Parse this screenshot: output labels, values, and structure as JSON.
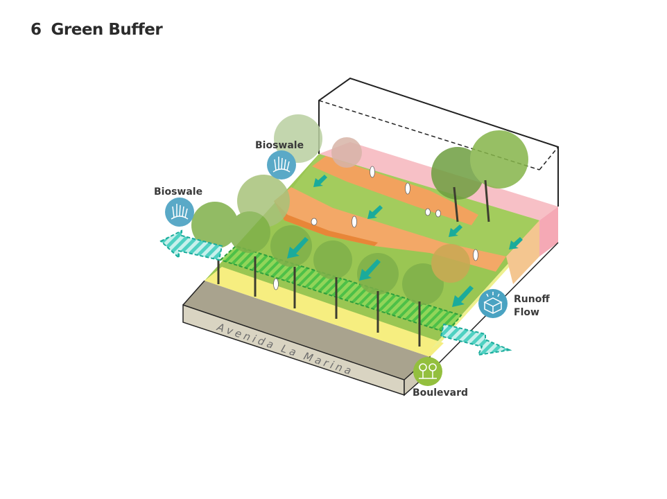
{
  "header": {
    "number": "6",
    "title": "Green Buffer"
  },
  "labels": {
    "bioswale_upper": "Bioswale",
    "bioswale_left": "Bioswale",
    "runoff_line1": "Runoff",
    "runoff_line2": "Flow",
    "boulevard": "Boulevard",
    "street": "Avenida La Marina"
  },
  "icons": {
    "bioswale": "grass-water-icon",
    "runoff": "runoff-flow-icon",
    "boulevard": "trees-icon"
  },
  "colors": {
    "bioswale_icon": "#5aa9c7",
    "runoff_icon": "#4aa3c2",
    "boulevard_icon": "#93bf3e",
    "arrow": "#1aab9b",
    "path": "#f0a060",
    "grass": "#8fc048",
    "pink": "#f5b3bd",
    "road": "#a8a08a"
  }
}
